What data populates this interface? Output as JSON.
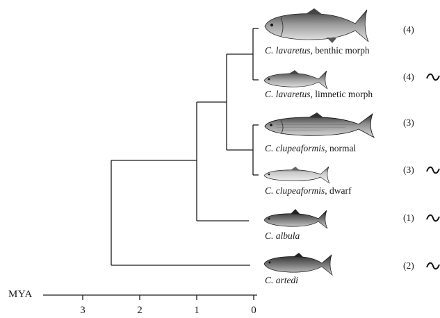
{
  "taxa": [
    {
      "species": "C. lavaretus",
      "descriptor": ", benthic morph",
      "count": "(4)",
      "tilde": false
    },
    {
      "species": "C. lavaretus",
      "descriptor": ", limnetic morph",
      "count": "(4)",
      "tilde": true
    },
    {
      "species": "C. clupeaformis",
      "descriptor": ", normal",
      "count": "(3)",
      "tilde": false
    },
    {
      "species": "C. clupeaformis",
      "descriptor": ", dwarf",
      "count": "(3)",
      "tilde": true
    },
    {
      "species": "C. albula",
      "descriptor": "",
      "count": "(1)",
      "tilde": true
    },
    {
      "species": "C. artedi",
      "descriptor": "",
      "count": "(2)",
      "tilde": true
    }
  ],
  "axis": {
    "title": "MYA",
    "ticks": [
      "3",
      "2",
      "1",
      "0"
    ]
  },
  "colors": {
    "ink": "#1a1a1a"
  },
  "icons": {
    "fish": "fish-illustration",
    "tilde": "tilde-symbol"
  }
}
